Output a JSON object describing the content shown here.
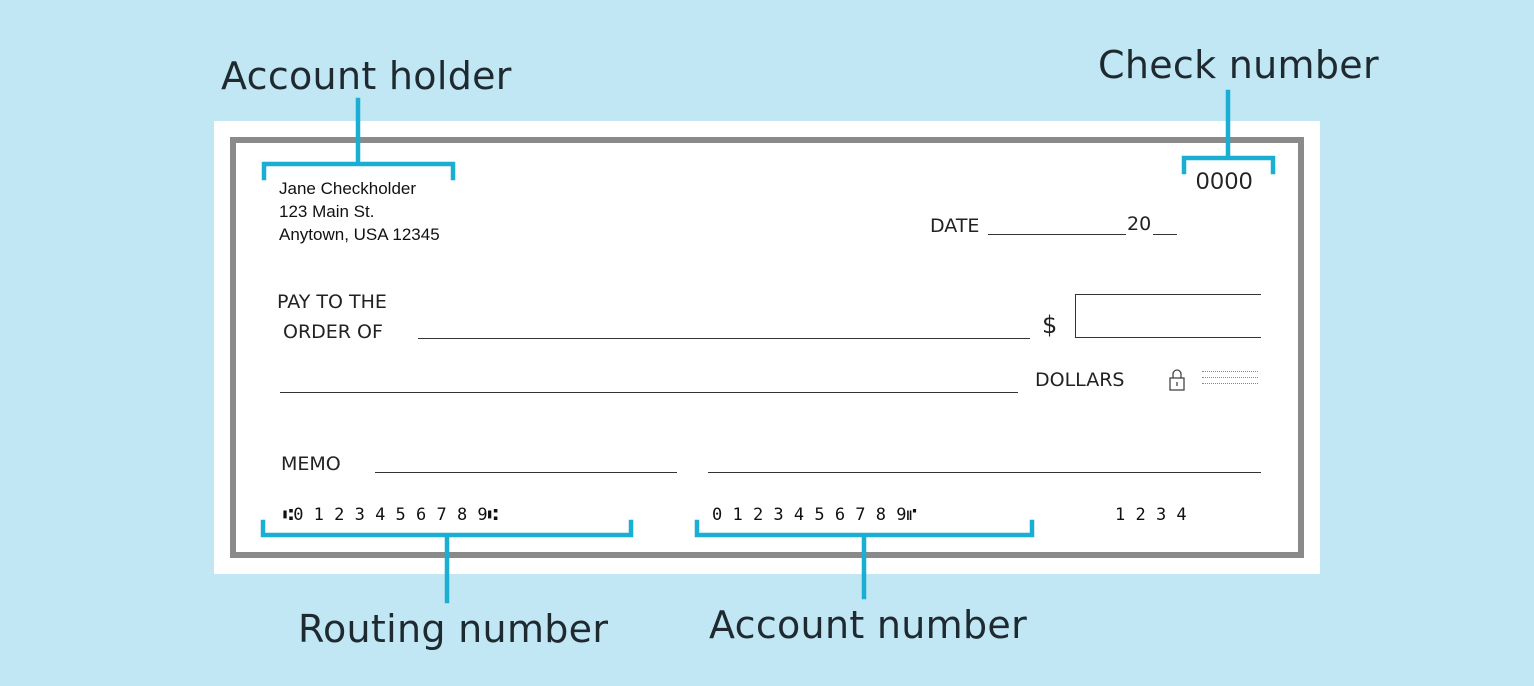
{
  "callouts": {
    "account_holder": "Account holder",
    "check_number": "Check number",
    "routing_number": "Routing number",
    "account_number": "Account number"
  },
  "check": {
    "holder": {
      "name": "Jane Checkholder",
      "street": "123 Main St.",
      "city": "Anytown, USA 12345"
    },
    "number": "0000",
    "date_label": "DATE",
    "year_prefix": "20",
    "pay_to_line1": "PAY TO THE",
    "pay_to_line2": "ORDER OF",
    "dollar_sign": "$",
    "dollars_label": "DOLLARS",
    "memo_label": "MEMO",
    "security_icon": "padlock-icon",
    "micr": {
      "routing": "⑆0 1 2 3 4 5 6 7 8 9⑆",
      "account": "0 1 2 3 4 5 6 7 8 9⑈",
      "check": "1 2 3 4"
    }
  },
  "colors": {
    "background": "#c1e6f4",
    "accent": "#1aaed3",
    "check_border": "#8a8a8a"
  }
}
